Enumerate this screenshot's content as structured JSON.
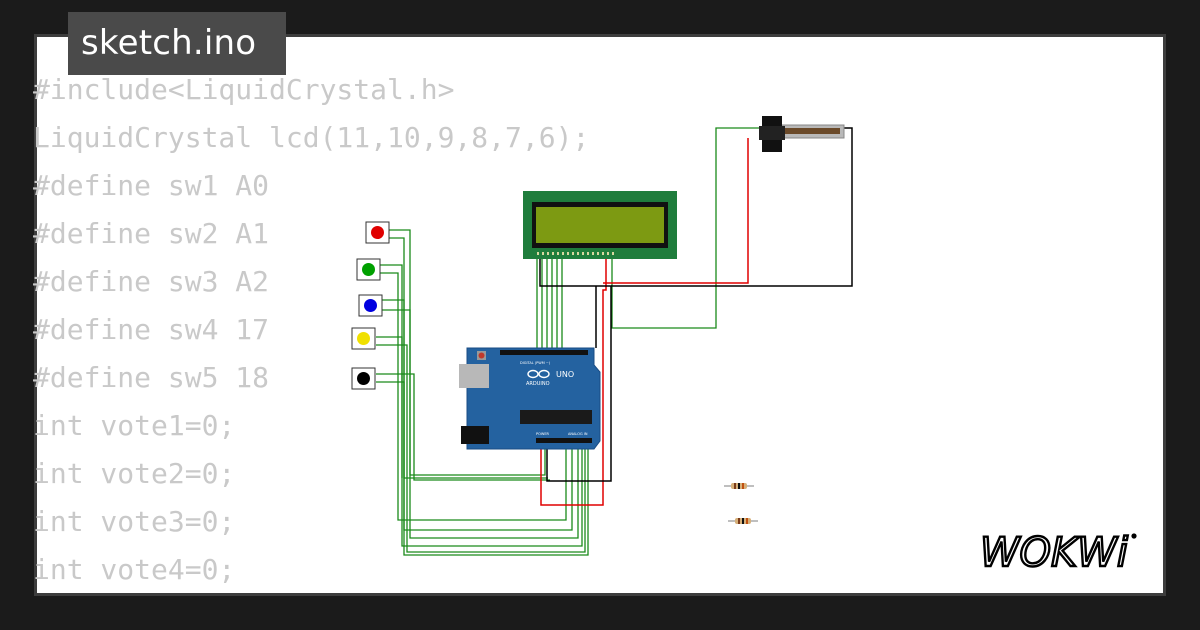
{
  "file": {
    "name": "sketch.ino"
  },
  "code": {
    "lines": [
      "#include<LiquidCrystal.h>",
      "LiquidCrystal lcd(11,10,9,8,7,6);",
      "#define sw1 A0",
      "#define sw2 A1",
      "#define sw3 A2",
      "#define sw4 17",
      "#define sw5 18",
      "int vote1=0;",
      "int vote2=0;",
      "int vote3=0;",
      "int vote4=0;"
    ]
  },
  "circuit": {
    "buttons": [
      {
        "color": "#e00000"
      },
      {
        "color": "#00a000"
      },
      {
        "color": "#0000e0"
      },
      {
        "color": "#f0e000"
      },
      {
        "color": "#000000"
      }
    ],
    "arduino": {
      "label_board": "UNO",
      "label_brand": "ARDUINO",
      "label_digital": "DIGITAL (PWM ~)",
      "label_power": "POWER",
      "label_analog": "ANALOG IN"
    },
    "lcd": {
      "screen_color": "#7d9a12"
    },
    "wire_colors": {
      "signal": "#1a8a1a",
      "power": "#e00000",
      "ground": "#000000"
    }
  },
  "brand": {
    "logo_text": "WOKWi"
  },
  "colors": {
    "background": "#1b1b1b",
    "card": "#ffffff",
    "tab": "#4a4a4a",
    "code_text": "#c9c9c9",
    "board": "#2462a0"
  }
}
